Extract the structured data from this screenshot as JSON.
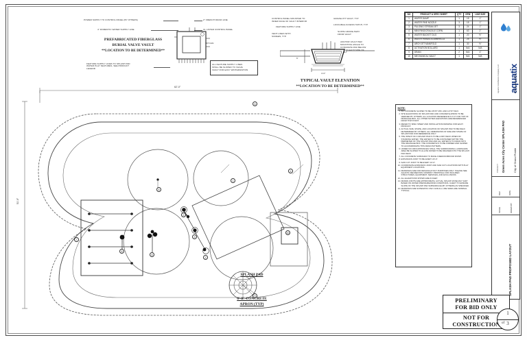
{
  "sheet": {
    "title": "SPLASH PAD PROPOSED LAYOUT",
    "project_name": "Green Acres City Center SPLASH PAD",
    "client": "City of Grand Prairie",
    "company": "aquatix",
    "company_tagline": "by landscape structures",
    "company_sub": "Aquatix Contribution Company LLC",
    "sheet_number": "1",
    "sheet_of": "3",
    "scale_label": "SCALE",
    "date_label": "DATE",
    "drawn_label": "DRAWN BY",
    "rev_label": "REV",
    "project_label": "PROJECT"
  },
  "stamp": {
    "line1": "PRELIMINARY",
    "line2": "FOR BID ONLY",
    "line3": "NOT FOR",
    "line4": "CONSTRUCTION"
  },
  "vault_detail": {
    "title_line1": "PREFABRICATED FIBERGLASS",
    "title_line2": "BURIAL VALVE VAULT",
    "title_line3": "**LOCATION TO BE DETERMINED**",
    "callouts": [
      "POWER SUPPLY TO CONTROL PANEL (BY OTHERS)",
      "4\" DOMESTIC WATER SUPPLY LINE",
      "2\" FRENCH DRAIN LINE",
      "UL LISTED CONTROL PANEL",
      "VENT FAN",
      "FEATURE SUPPLY LINES TO SPLASH PAD\nWATER PLAY FEATURES, SEE PRODUCT\nLEGEND",
      "ALL FEATURE SUPPLY LINES\nSHALL BE SLOPED TO VALVE\nVAULT FOR EASY WINTERIZATION"
    ]
  },
  "vault_elevation": {
    "title_line1": "TYPICAL VAULT ELEVATION",
    "title_line2": "**LOCATION TO BE DETERMINED**",
    "callouts": [
      "CONTROL PANEL MOUNTED TO\nINNER FACE OF VAULT INTERIOR",
      "FEATURE SUPPLY LINE",
      "VENT LINES WITH\nSCREEN, TYP",
      "GRAVEL PIT VAULT, TYP",
      "LOCKABLE ACCESS HATCH, TYP",
      "SLOPE GRADE AWAY\nFROM VAULT",
      "ANCHOR VAULT PER\nMOUNTING ANGLE TO\nCONCRETE PAD BELOW\nTYP, AT EACH SIDE OF\nVAULT"
    ],
    "dim_width": "4'-0\"",
    "dim_depth": "6'"
  },
  "spec_table": {
    "headers": [
      "NO",
      "PRODUCT & SPEC SHEET",
      "QTY",
      "GPM",
      "LINE SIZE"
    ],
    "rows": [
      {
        "no": "1",
        "name": "WATER DUMP",
        "qty": "1",
        "gpm": "15",
        "line_size": "1\""
      },
      {
        "no": "2",
        "name": "WATER FINE NOZZLE",
        "qty": "3",
        "gpm": "15",
        "line_size": "1\""
      },
      {
        "no": "3",
        "name": "PULSING STREAM JET",
        "qty": "3",
        "gpm": "24",
        "line_size": "1\""
      },
      {
        "no": "4",
        "name": "MINI RING/CRACKLE CORN",
        "qty": "1",
        "gpm": "63",
        "line_size": "2\""
      },
      {
        "no": "5",
        "name": "WATER BUCKET DUO",
        "qty": "1",
        "gpm": "20",
        "line_size": "½\""
      },
      {
        "no": "6",
        "name": "WATER PARASOL/UMBRELLA",
        "qty": "1",
        "gpm": "25",
        "line_size": "½\""
      },
      {
        "no": "7",
        "name": "ARCH JET MANIFOLD",
        "qty": "1",
        "gpm": "30",
        "line_size": "½\""
      },
      {
        "no": "8",
        "name": "ACTIVATION BOLLARD",
        "qty": "1",
        "gpm": "N/A",
        "line_size": "N/A"
      },
      {
        "no": "9",
        "name": "DRAIN",
        "qty": "2",
        "gpm": "N/A",
        "line_size": "4\""
      },
      {
        "no": "10",
        "name": "MECHANICAL VAULT",
        "qty": "1",
        "gpm": "N/A",
        "line_size": "N/A"
      }
    ]
  },
  "notes": {
    "heading": "NOTE:",
    "items": [
      "ALL CONCRETE SLOPED TO BE 1/8\"/FT MIN. AND 1/4\"/FT MAX.",
      "SITE ELEVATIONS OF SPLASH PAD AND CONCRETE APRON TO BE VERIFIED BY OTHERS. ALL LOCATION REFERENCE IS 0'-0\" FOR TOP OF DRAINAGE BOX. ALL OTHER NOTED ELEVATIONS ARE REFERENCED FROM THAT POINT.",
      "REFER TO SPEC SHEET AND INSTALLATION DRAWING FOR EACH PRODUCT.",
      "ACTUAL SIZE, SHAPE, AND LOCATION OF SPLASH PAD TO BE FIELD DETERMINED BY OTHERS. ALL DIMENSIONS OF SIZE AND SHAPE OF SPLASH PAD FOR REFERENCE ONLY.",
      "THE INTENT OF A SPLASH PAD IS TO BE A DRY DECK WHEN NO STANDING WATER. THE WATER IS TO BE CONTAINED WITHIN THE PERIMETER OF THE SPLASH PAD AND ALL WATER IS TO DRAIN INTO THE DRAINAGE BOX. THE CONCRETE IS TO BE FORMED AND SLOPED TO ACCOMMODATE THIS DRAIN PATTERN.",
      "UNDER NO CIRCUMSTANCES SHALL THE SURROUNDING LANDSCAPE AREA BE SLOPED TO ALLOW WATER TO BE DRAINED INTO THE SPLASH PAD DECK.",
      "ALL CONCRETE SURFACES TO MAKE A MEDIUM BROOM FINISH.",
      "EXPANSION JOINT TO BE EVERY 20'-0\".",
      "SAW CUT JOINT TO BE EVERY 10'-0\".",
      "COORDINATE EXPANSION JOINT AND SAW CUT LOCATIONS WITH PLAY EQUIPMENT LOCATIONS.",
      "DRAWINGS ARE FOR DESIGN/LAYOUT PURPOSES ONLY. PLEASE SEE AQUATIC RECREATION COMPANY PROPOSAL FOR INCLUDED STRUCTURES, EQUIPMENT, SERVICES, AND EXCLUSIONS.",
      "ALL ELEVATIONS SHOWN ARE IN FEET.",
      "DRAWN JOINTS ARE APPROXIMATE. ACTUAL SPLASH ZONE MAY VARY BASED ON WATER PRESSURE/WIND CONDITIONS. CLIENT TO ENSURE SLOPE OF THE SPLASH PAD SUBSURFACE (BY OTHERS) AS SPECIFIED.",
      "DRAWINGS ARE SCHEMATIC ONLY AND ALL LINE SIZES ARE NOMINAL TYPICAL."
    ]
  },
  "plan": {
    "label_splash_pad": "SPLASH PAD",
    "label_apron_line1": "6'-0\"  CONCRETE",
    "label_apron_line2": "APRON  (TYP)",
    "dim_horizontal": "62'-0\"",
    "dim_vertical": "51'-0\"",
    "callout_numbers": [
      "1",
      "2",
      "3",
      "4",
      "5",
      "6",
      "7",
      "8",
      "9",
      "10",
      "2",
      "3",
      "6",
      "9"
    ]
  },
  "colors": {
    "ink": "#222222",
    "line": "#555555",
    "brand_blue": "#1b3c86",
    "brand_drop": "#2f7fd0",
    "paper": "#ffffff"
  }
}
